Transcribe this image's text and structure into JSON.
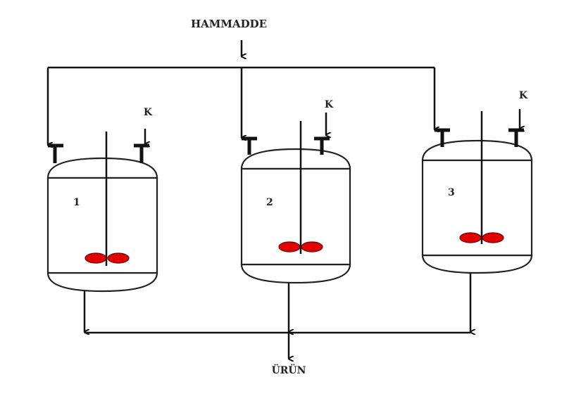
{
  "labels": {
    "feed": "HAMMADDE",
    "product": "ÜRÜN"
  },
  "vessels": [
    {
      "number": "1",
      "coolant_label": "K"
    },
    {
      "number": "2",
      "coolant_label": "K"
    },
    {
      "number": "3",
      "coolant_label": "K"
    }
  ],
  "colors": {
    "impeller": "#e00000",
    "line": "#111111"
  }
}
